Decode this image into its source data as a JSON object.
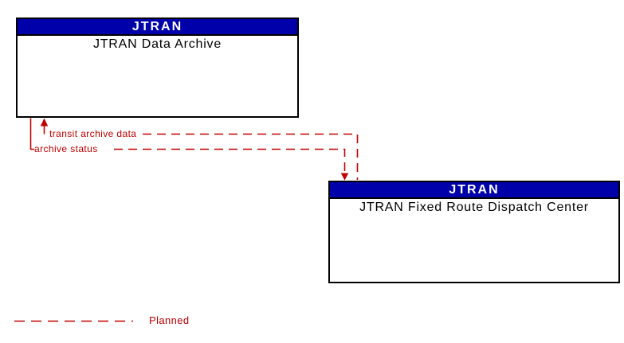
{
  "diagram": {
    "colors": {
      "background": "#ffffff",
      "header_bg": "#0000aa",
      "header_text": "#ffffff",
      "border": "#000000",
      "body_text": "#000000",
      "flow": "#c00000"
    },
    "boxes": [
      {
        "header": "JTRAN",
        "title": "JTRAN Data Archive"
      },
      {
        "header": "JTRAN",
        "title": "JTRAN Fixed Route Dispatch Center"
      }
    ],
    "flows": [
      {
        "label": "transit archive data",
        "from": "JTRAN Fixed Route Dispatch Center",
        "to": "JTRAN Data Archive",
        "status": "Planned"
      },
      {
        "label": "archive status",
        "from": "JTRAN Data Archive",
        "to": "JTRAN Fixed Route Dispatch Center",
        "status": "Planned"
      }
    ],
    "legend": {
      "line_style": "dashed",
      "label": "Planned"
    }
  }
}
